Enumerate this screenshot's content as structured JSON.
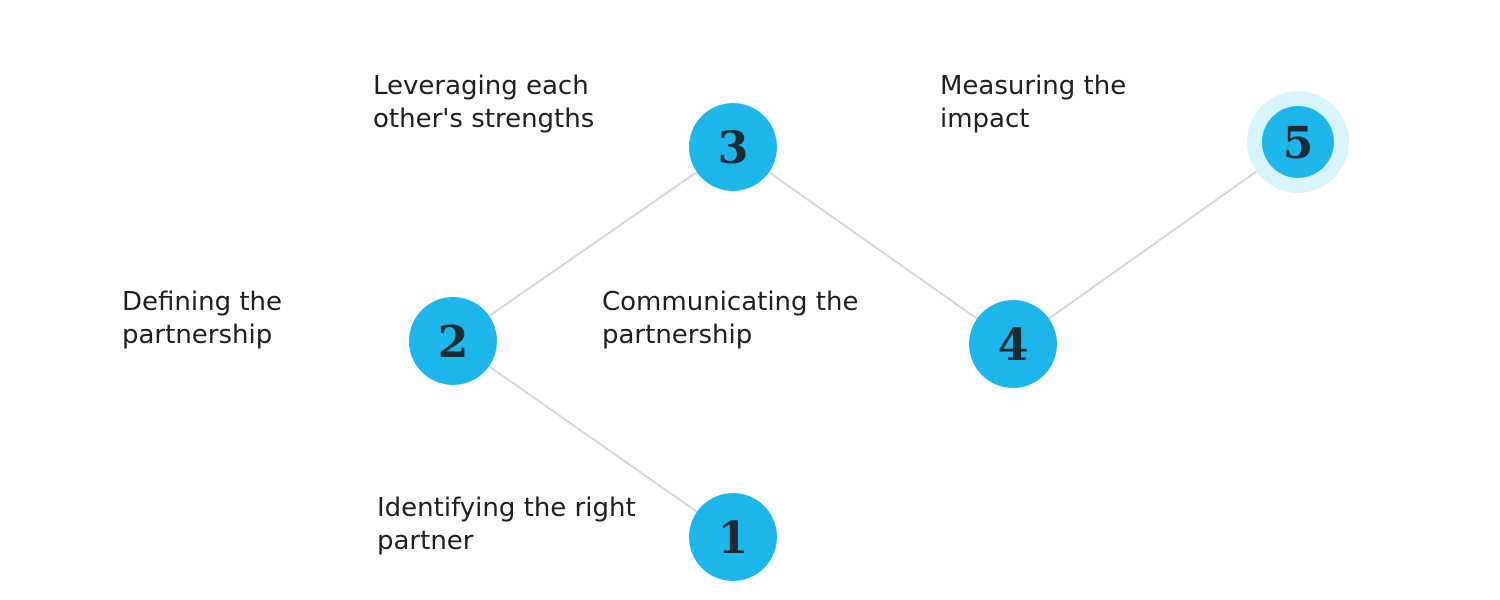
{
  "steps": [
    {
      "number": "1",
      "label": "Identifying the right\npartner"
    },
    {
      "number": "2",
      "label": "Defining the\npartnership"
    },
    {
      "number": "3",
      "label": "Leveraging each\nother's strengths"
    },
    {
      "number": "4",
      "label": "Communicating the\npartnership"
    },
    {
      "number": "5",
      "label": "Measuring the\nimpact"
    }
  ],
  "colors": {
    "node_fill": "#1cb6ea",
    "node_halo": "#d8f4fc",
    "connector": "#d6d6d6",
    "number_text": "#1b2a33",
    "label_text": "#1f1f1f"
  }
}
